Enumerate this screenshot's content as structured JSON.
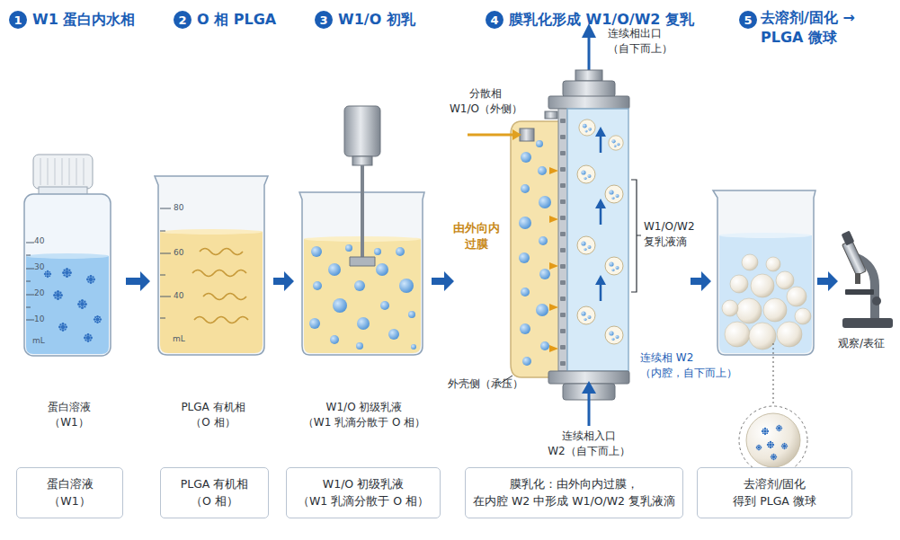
{
  "diagram": {
    "nodes": [
      {
        "text": [
          "蛋白溶液 （W1）"
        ]
      },
      {
        "text": [
          "PLGA 有机相 （O 相）"
        ]
      },
      {
        "text": [
          "W1/O 初级乳液 （W1 乳滴分散于 O 相）"
        ]
      },
      {
        "text": [
          "膜乳化：由外向内过膜， 在内腔 W2 中形成 W1/O/W2 复乳液滴"
        ]
      },
      {
        "text": [
          "去溶剂/固化 得到 PLGA 微球"
        ]
      }
    ],
    "labels": [
      "1",
      "W1 蛋白内水相",
      "2",
      "O 相 PLGA",
      "3",
      "W1/O 初乳",
      "4",
      "膜乳化形成 W1/O/W2 复乳",
      "5",
      "去溶剂/固化 → PLGA 微球",
      "连续相出口 （自下而上）",
      "分散相 W1/O（外侧）",
      "40",
      "30",
      "20",
      "10",
      "mL",
      "80",
      "60",
      "40",
      "mL",
      "由外向内 过膜",
      "W1/O/W2 复乳液滴",
      "观察/表征",
      "连续相 W2 （内腔，自下而上）",
      "外壳侧（承压）",
      "蛋白溶液 （W1）",
      "PLGA 有机相 （O 相）",
      "W1/O 初级乳液 （W1 乳滴分散于 O 相）",
      "连续相入口 W2（自下而上）"
    ]
  }
}
